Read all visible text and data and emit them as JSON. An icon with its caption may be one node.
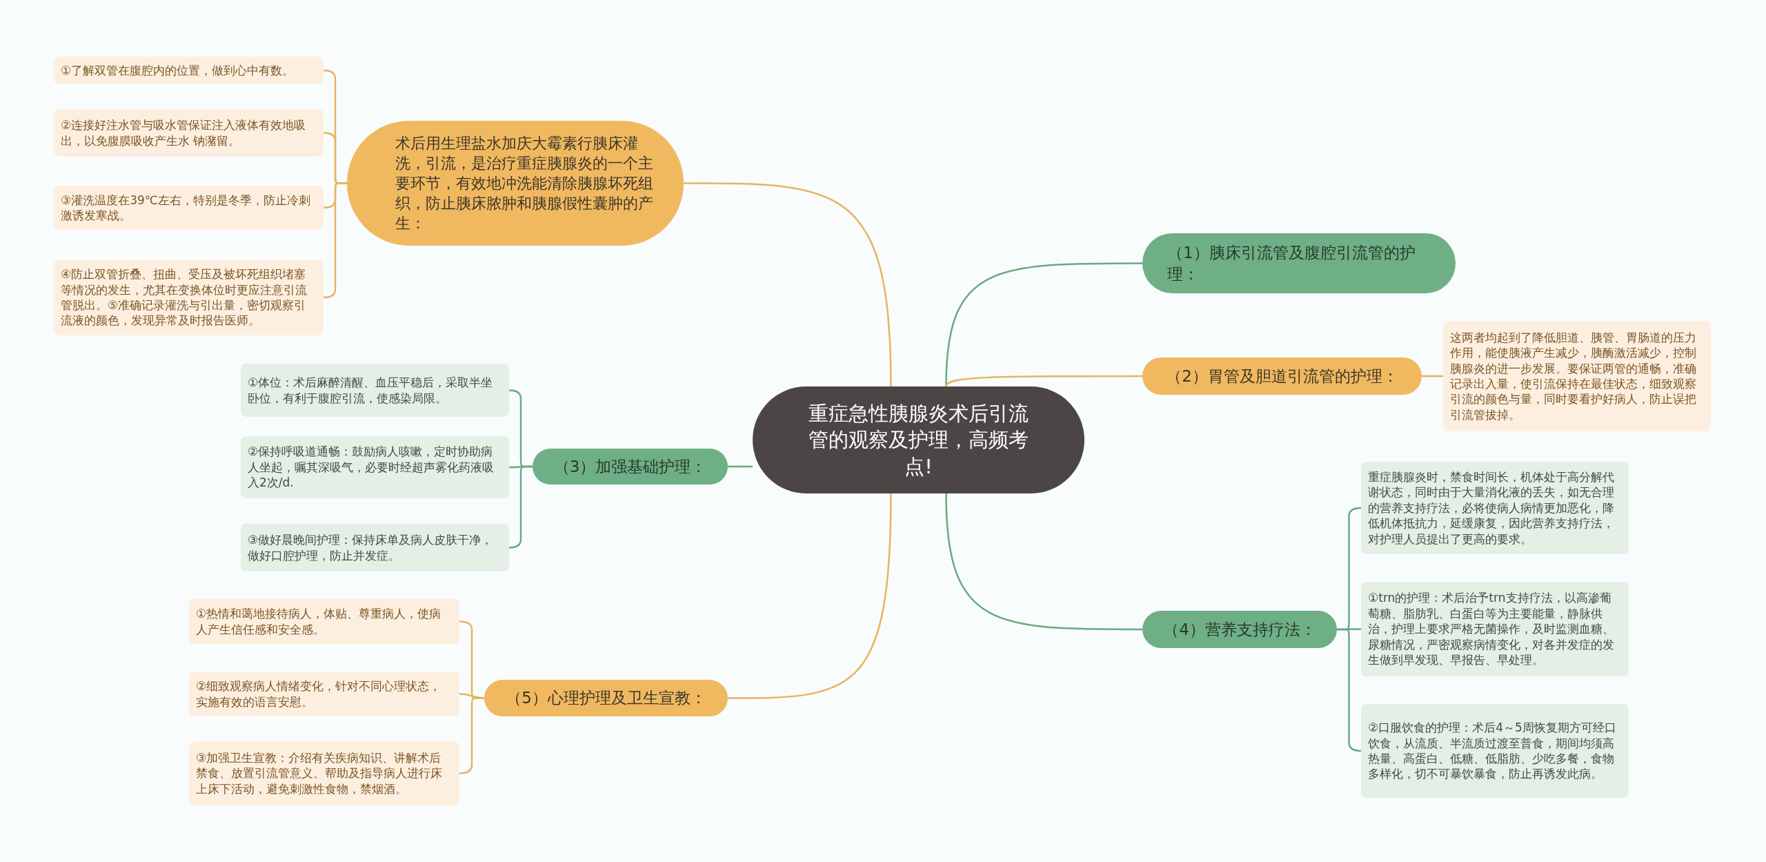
{
  "diagram": {
    "nodes": [
      {
        "text": [
          "重症急性胰腺炎术后引流管的观察及护理，高频考点!"
        ]
      },
      {
        "text": [
          "术后用生理盐水加庆大霉素行胰床灌洗，引流，是治疗重症胰腺炎的一个主要环节，有效地冲洗能清除胰腺坏死组织，防止胰床脓肿和胰腺假性囊肿的产生："
        ]
      },
      {
        "text": [
          "①了解双管在腹腔内的位置，做到心中有数。"
        ]
      },
      {
        "text": [
          "②连接好注水管与吸水管保证注入液体有效地吸出，以免腹膜吸收产生水 钠潴留。"
        ]
      },
      {
        "text": [
          "③灌洗温度在39℃左右，特别是冬季，防止冷刺激诱发寒战。"
        ]
      },
      {
        "text": [
          "④防止双管折叠、扭曲、受压及被坏死组织堵塞等情况的发生，尤其在变换体位时更应注意引流管脱出。⑤准确记录灌洗与引出量，密切观察引流液的颜色，发现异常及时报告医师。"
        ]
      },
      {
        "text": [
          "（3）加强基础护理："
        ]
      },
      {
        "text": [
          "①体位：术后麻醉清醒、血压平稳后，采取半坐卧位，有利于腹腔引流，使感染局限。"
        ]
      },
      {
        "text": [
          "②保持呼吸道通畅：鼓励病人咳嗽，定时协助病人坐起，嘱其深吸气，必要时经超声雾化药液吸入2次/d."
        ]
      },
      {
        "text": [
          "③做好晨晚间护理：保持床单及病人皮肤干净，做好口腔护理，防止并发症。"
        ]
      },
      {
        "text": [
          "（5）心理护理及卫生宣教："
        ]
      },
      {
        "text": [
          "①热情和蔼地接待病人，体贴、尊重病人，使病人产生信任感和安全感。"
        ]
      },
      {
        "text": [
          "②细致观察病人情绪变化，针对不同心理状态，实施有效的语言安慰。"
        ]
      },
      {
        "text": [
          "③加强卫生宣教：介绍有关疾病知识、讲解术后禁食、放置引流管意义、帮助及指导病人进行床上床下活动，避免刺激性食物，禁烟酒。"
        ]
      },
      {
        "text": [
          "（1）胰床引流管及腹腔引流管的护理："
        ]
      },
      {
        "text": [
          "（2）胃管及胆道引流管的护理："
        ]
      },
      {
        "text": [
          "这两者均起到了降低胆道、胰管、胃肠道的压力作用，能使胰液产生减少，胰酶激活减少，控制胰腺炎的进一步发展。要保证两管的通畅，准确记录出入量，使引流保持在最佳状态，细致观察引流的颜色与量，同时要看护好病人，防止误把引流管拔掉。"
        ]
      },
      {
        "text": [
          "（4）营养支持疗法："
        ]
      },
      {
        "text": [
          "重症胰腺炎时，禁食时间长，机体处于高分解代谢状态，同时由于大量消化液的丢失，如无合理的营养支持疗法，必将使病人病情更加恶化，降低机体抵抗力，延缓康复，因此营养支持疗法，对护理人员提出了更高的要求。"
        ]
      },
      {
        "text": [
          "①trn的护理：术后治予trn支持疗法，以高渗葡萄糖、脂肪乳、白蛋白等为主要能量，静脉供治，护理上要求严格无菌操作，及时监测血糖、尿糖情况，严密观察病情变化，对各并发症的发生做到早发现、早报告、早处理。"
        ]
      },
      {
        "text": [
          "②口服饮食的护理：术后4～5周恢复期方可经口饮食，从流质、半流质过渡至普食，期间均须高热量、高蛋白、低糖、低脂肪、少吃多餐，食物多样化，切不可暴饮暴食，防止再诱发此病。"
        ]
      }
    ],
    "edges": [
      {
        "from": 0,
        "to": 1,
        "arrow": "none"
      },
      {
        "from": 1,
        "to": 2,
        "arrow": "none"
      },
      {
        "from": 1,
        "to": 3,
        "arrow": "none"
      },
      {
        "from": 1,
        "to": 4,
        "arrow": "none"
      },
      {
        "from": 1,
        "to": 5,
        "arrow": "none"
      },
      {
        "from": 0,
        "to": 6,
        "arrow": "none",
        "color": "#6aa981"
      },
      {
        "from": 6,
        "to": 7,
        "arrow": "none",
        "color": "#6aa981"
      },
      {
        "from": 6,
        "to": 8,
        "arrow": "none",
        "color": "#6aa981"
      },
      {
        "from": 6,
        "to": 9,
        "arrow": "none",
        "color": "#6aa981"
      },
      {
        "from": 0,
        "to": 10,
        "arrow": "none"
      },
      {
        "from": 10,
        "to": 11,
        "arrow": "none"
      },
      {
        "from": 10,
        "to": 12,
        "arrow": "none"
      },
      {
        "from": 10,
        "to": 13,
        "arrow": "none"
      },
      {
        "from": 0,
        "to": 14,
        "arrow": "none",
        "color": "#6aa981"
      },
      {
        "from": 0,
        "to": 15,
        "arrow": "none"
      },
      {
        "from": 15,
        "to": 16,
        "arrow": "none"
      },
      {
        "from": 0,
        "to": 17,
        "arrow": "none",
        "color": "#6aa981"
      },
      {
        "from": 17,
        "to": 18,
        "arrow": "none",
        "color": "#6aa981"
      },
      {
        "from": 17,
        "to": 19,
        "arrow": "none",
        "color": "#6aa981"
      },
      {
        "from": 17,
        "to": 20,
        "arrow": "none",
        "color": "#6aa981"
      }
    ]
  }
}
